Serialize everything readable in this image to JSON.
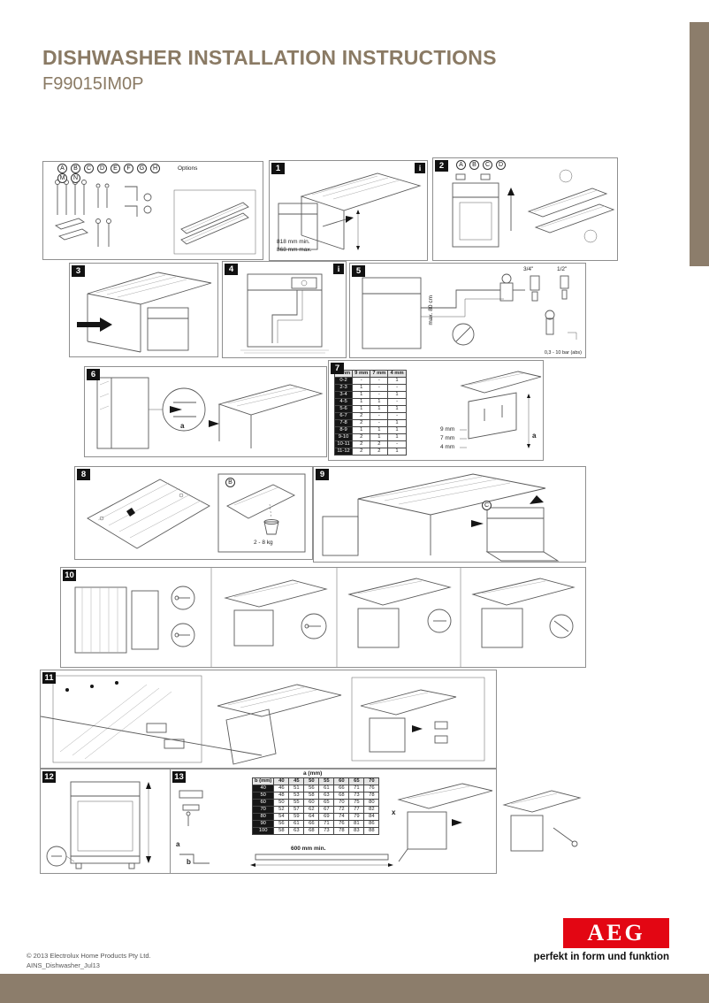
{
  "header": {
    "title": "DISHWASHER INSTALLATION INSTRUCTIONS",
    "model": "F99015IM0P"
  },
  "colors": {
    "accent_tan": "#8C7D6B",
    "brand_red": "#E30613",
    "title_brown": "#8A7A64"
  },
  "brand": {
    "logo_text": "AEG",
    "tagline": "perfekt in form und funktion"
  },
  "footer": {
    "line1": "© 2013 Electrolux Home Products Pty Ltd.",
    "line2": "AINS_Dishwasher_Jul13"
  },
  "panels": {
    "parts": {
      "letters": [
        "A",
        "B",
        "C",
        "D",
        "E",
        "F",
        "G",
        "H",
        "M",
        "N"
      ],
      "options_label": "Options"
    },
    "s1": {
      "step": "1",
      "info": "i",
      "dims": [
        "818 mm min.",
        "868 mm max."
      ]
    },
    "s2": {
      "step": "2",
      "callouts": [
        "A",
        "B",
        "C",
        "D"
      ]
    },
    "s3": {
      "step": "3"
    },
    "s4": {
      "step": "4",
      "info": "i"
    },
    "s5": {
      "step": "5",
      "fitting_large": "3/4\"",
      "fitting_small": "1/2\"",
      "pressure": "0,3 - 10 bar (abs)",
      "height": "max. 80 cm"
    },
    "s6": {
      "step": "6",
      "callout": "a"
    },
    "s7": {
      "step": "7",
      "table": {
        "header": [
          "a mm",
          "9 mm",
          "7 mm",
          "4 mm"
        ],
        "rows": [
          [
            "0-2",
            "-",
            "-",
            "1"
          ],
          [
            "2-3",
            "1",
            "-",
            "-"
          ],
          [
            "3-4",
            "1",
            "-",
            "1"
          ],
          [
            "4-5",
            "1",
            "1",
            "-"
          ],
          [
            "5-6",
            "1",
            "1",
            "1"
          ],
          [
            "6-7",
            "2",
            "-",
            "-"
          ],
          [
            "7-8",
            "2",
            "-",
            "1"
          ],
          [
            "8-9",
            "1",
            "1",
            "1"
          ],
          [
            "9-10",
            "2",
            "1",
            "1"
          ],
          [
            "10-11",
            "2",
            "2",
            "-"
          ],
          [
            "11-12",
            "2",
            "2",
            "1"
          ]
        ]
      },
      "side_labels": [
        "9 mm",
        "7 mm",
        "4 mm"
      ],
      "callout": "a"
    },
    "s8": {
      "step": "8",
      "weight": "2 - 8 kg",
      "callout": "B"
    },
    "s9": {
      "step": "9",
      "callout": "C"
    },
    "s10": {
      "step": "10"
    },
    "s11": {
      "step": "11"
    },
    "s12": {
      "step": "12"
    },
    "s13": {
      "step": "13",
      "table_title": "a (mm)",
      "table": {
        "header": [
          "b (mm)",
          "40",
          "45",
          "50",
          "55",
          "60",
          "65",
          "70"
        ],
        "rows": [
          [
            "40",
            "46",
            "51",
            "56",
            "61",
            "66",
            "71",
            "76"
          ],
          [
            "50",
            "48",
            "53",
            "58",
            "63",
            "68",
            "73",
            "78"
          ],
          [
            "60",
            "50",
            "55",
            "60",
            "65",
            "70",
            "75",
            "80"
          ],
          [
            "70",
            "52",
            "57",
            "62",
            "67",
            "72",
            "77",
            "82"
          ],
          [
            "80",
            "54",
            "59",
            "64",
            "69",
            "74",
            "79",
            "84"
          ],
          [
            "90",
            "56",
            "61",
            "66",
            "71",
            "76",
            "81",
            "86"
          ],
          [
            "100",
            "58",
            "63",
            "68",
            "73",
            "78",
            "83",
            "88"
          ]
        ]
      },
      "note": "600 mm min.",
      "labels": [
        "a",
        "b",
        "x"
      ]
    }
  }
}
